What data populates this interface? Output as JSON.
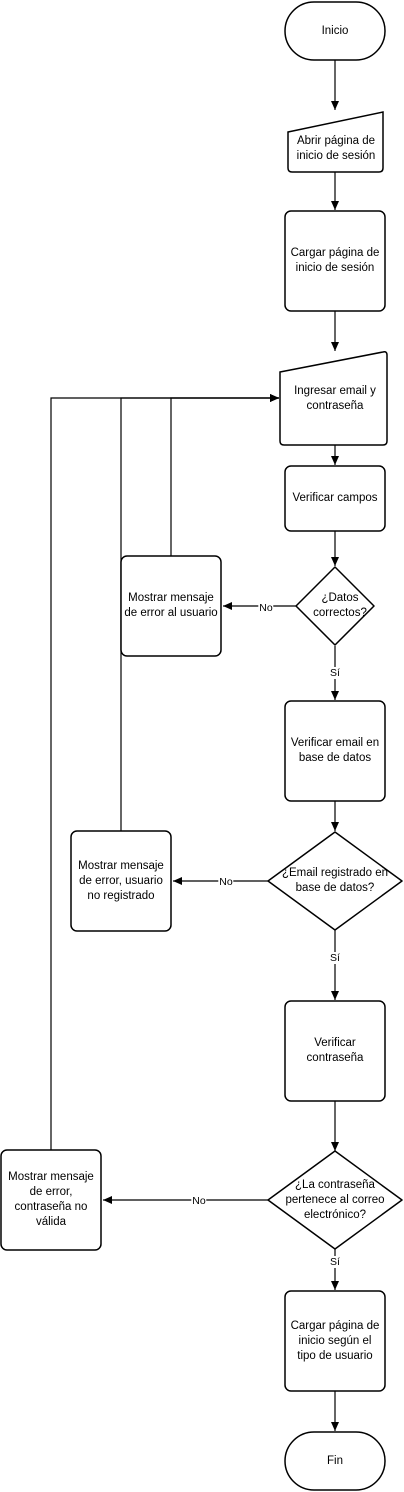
{
  "nodes": {
    "inicio": "Inicio",
    "abrir_pagina": "Abrir página de\ninicio de sesión",
    "cargar_pagina": "Cargar página de\ninicio de sesión",
    "ingresar": "Ingresar email y\ncontraseña",
    "verificar_campos": "Verificar campos",
    "datos_correctos": "¿Datos\ncorrectos?",
    "error_usuario": "Mostrar mensaje\nde error al usuario",
    "verificar_email": "Verificar email en\nbase de datos",
    "email_registrado": "¿Email registrado en\nbase de datos?",
    "error_no_registrado": "Mostrar mensaje\nde error, usuario\nno registrado",
    "verificar_contrasena": "Verificar\ncontraseña",
    "contrasena_pertenece": "¿La contraseña\npertenece al correo\nelectrónico?",
    "error_contrasena": "Mostrar mensaje\nde error,\ncontraseña no\nválida",
    "cargar_inicio": "Cargar página de\ninicio según el\ntipo de usuario",
    "fin": "Fin"
  },
  "edges": {
    "no_1": "No",
    "si_1": "Sí",
    "no_2": "No",
    "si_2": "Sí",
    "no_3": "No",
    "si_3": "Sí"
  },
  "colors": {
    "stroke": "#000000",
    "fill": "#ffffff"
  }
}
